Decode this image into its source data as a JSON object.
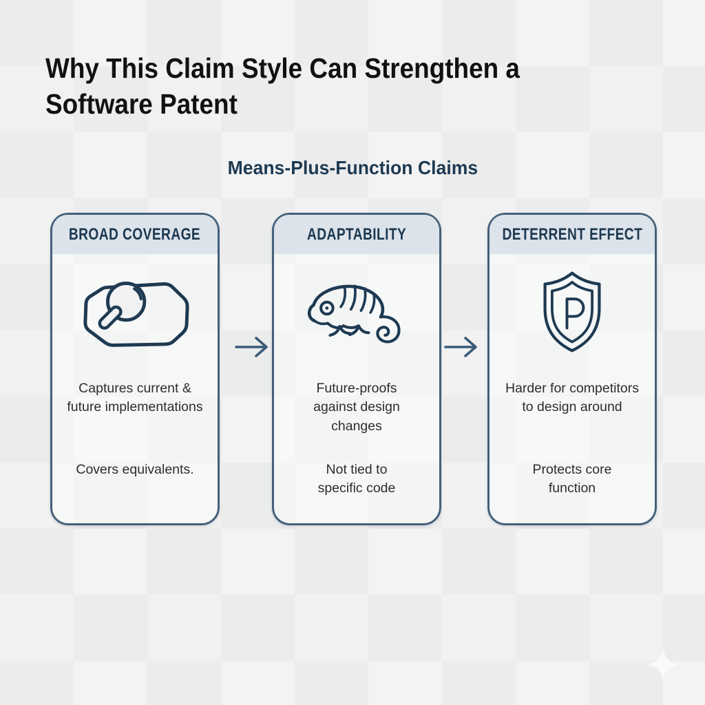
{
  "page": {
    "title": "Why This Claim Style Can Strengthen a\nSoftware Patent",
    "subtitle": "Means-Plus-Function Claims"
  },
  "cards": [
    {
      "header": "BROAD COVERAGE",
      "icon": "magnifier-document-icon",
      "point1": "Captures current &\nfuture implementations",
      "point2": "Covers equivalents."
    },
    {
      "header": "ADAPTABILITY",
      "icon": "chameleon-icon",
      "point1": "Future-proofs\nagainst design\nchanges",
      "point2": "Not tied to\nspecific code"
    },
    {
      "header": "DETERRENT EFFECT",
      "icon": "shield-p-icon",
      "point1": "Harder for competitors\nto design around",
      "point2": "Protects core\nfunction"
    }
  ],
  "decorations": {
    "arrow_icon": "right-arrow-icon",
    "sparkle_icon": "sparkle-icon"
  },
  "colors": {
    "accent_navy": "#1e3a52",
    "card_border": "#44607a",
    "header_band": "#dce3ea",
    "title_text": "#111111",
    "body_text": "#2d2d2d",
    "arrow": "#3a5a78",
    "background_tile_light": "#f3f3f3",
    "background_tile_dark": "#ebecec",
    "sparkle": "#fbfbfc"
  }
}
